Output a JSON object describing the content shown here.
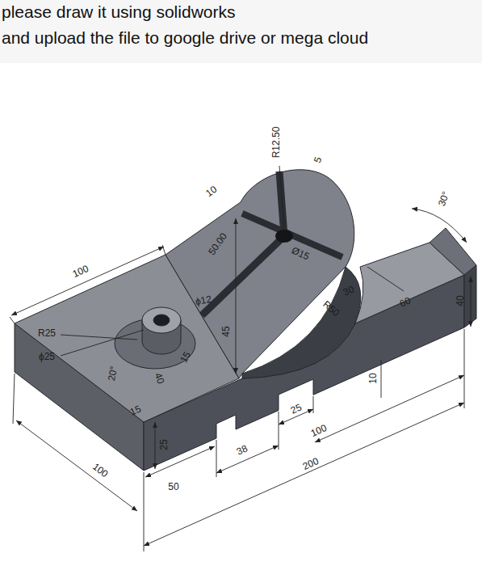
{
  "diagram": {
    "labels": [
      "please draw it using solidworks",
      "and upload the file to google drive or mega cloud",
      "R12.50",
      "5",
      "10",
      "50.00",
      "30°",
      "Ø15",
      "100",
      "ϕ12",
      "30",
      "R50",
      "60",
      "40",
      "R25",
      "ϕ25",
      "45",
      "15",
      "20°",
      "40",
      "15",
      "25",
      "10",
      "25",
      "100",
      "38",
      "200",
      "100",
      "50"
    ]
  }
}
